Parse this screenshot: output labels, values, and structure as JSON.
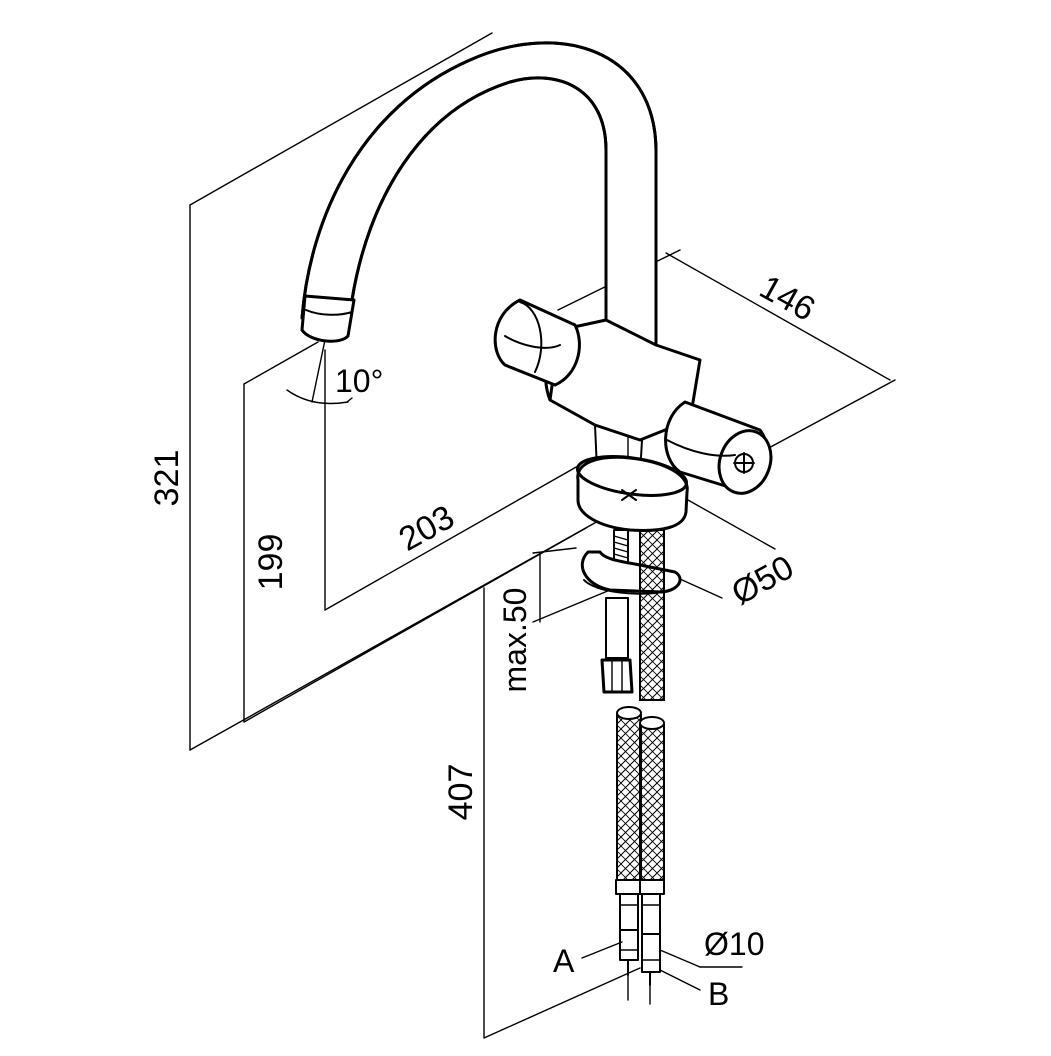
{
  "dimensions": {
    "total_height": "321",
    "spout_height": "199",
    "reach": "203",
    "body_width": "146",
    "base_diameter": "Ø50",
    "deck_thickness": "max.50",
    "hose_length": "407",
    "angle": "10°",
    "hose_diameter": "Ø10"
  },
  "connections": {
    "a": "A",
    "b": "B"
  }
}
